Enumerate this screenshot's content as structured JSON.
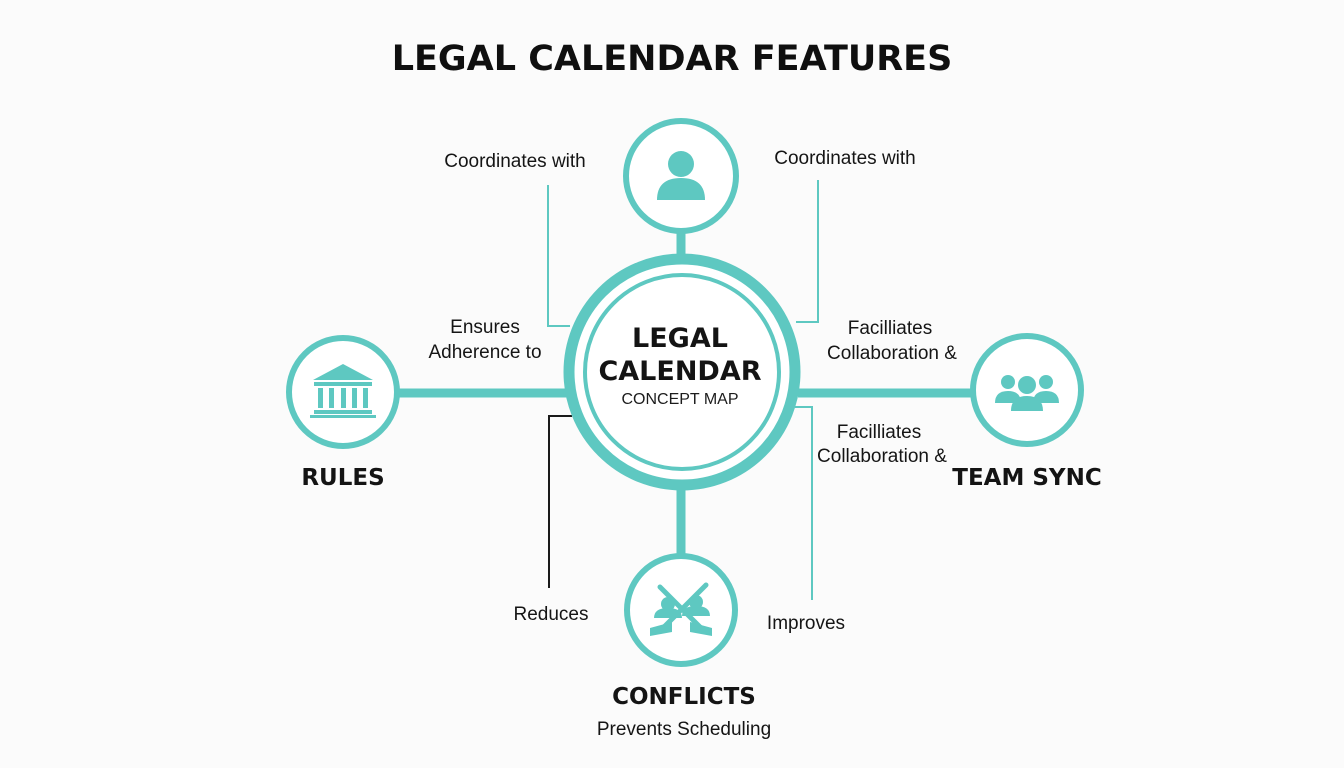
{
  "title": "LEGAL CALENDAR FEATURES",
  "colors": {
    "accent": "#5ec8c1",
    "line_dark": "#1a1a1a",
    "text": "#141414",
    "background": "#fbfbfb"
  },
  "center": {
    "line1": "LEGAL",
    "line2": "CALENDAR",
    "subtitle": "CONCEPT MAP"
  },
  "nodes": {
    "top": {
      "icon": "person-icon",
      "label": ""
    },
    "left": {
      "icon": "courthouse-icon",
      "label": "RULES"
    },
    "right": {
      "icon": "team-icon",
      "label": "TEAM SYNC"
    },
    "bottom": {
      "icon": "crossed-swords-icon",
      "label": "CONFLICTS",
      "sublabel": "Prevents Scheduling"
    }
  },
  "relations": {
    "top_left": "Coordinates with",
    "top_right": "Coordinates with",
    "left_line1": "Ensures",
    "left_line2": "Adherence to",
    "right_upper_line1": "Facilliates",
    "right_upper_line2": "Collaboration &",
    "right_lower_line1": "Facilliates",
    "right_lower_line2": "Collaboration &",
    "bottom_left": "Reduces",
    "bottom_right": "Improves"
  }
}
